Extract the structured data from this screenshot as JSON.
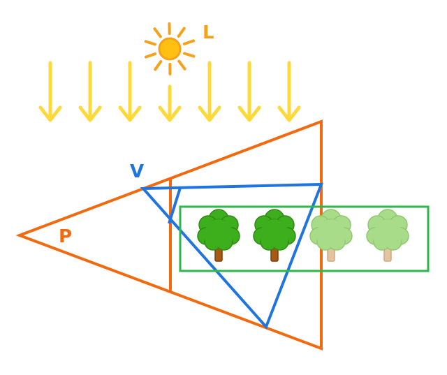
{
  "labels": {
    "light": "L",
    "view": "V",
    "projection": "P"
  },
  "colors": {
    "sun": "#FFC012",
    "sun_rays": "#F7A01A",
    "light_arrows": "#FFD83A",
    "light_label": "#F5A21A",
    "projection": "#F26A10",
    "view": "#1E74E0",
    "box": "#2DB74A",
    "tree_foliage": "#3DAE1C",
    "tree_foliage_faded": "#A9DC88",
    "tree_trunk": "#A65A14",
    "tree_trunk_faded": "#E3C3A0"
  },
  "trees": [
    {
      "state": "opaque"
    },
    {
      "state": "opaque"
    },
    {
      "state": "faded"
    },
    {
      "state": "faded"
    }
  ],
  "light_arrow_count": 7
}
